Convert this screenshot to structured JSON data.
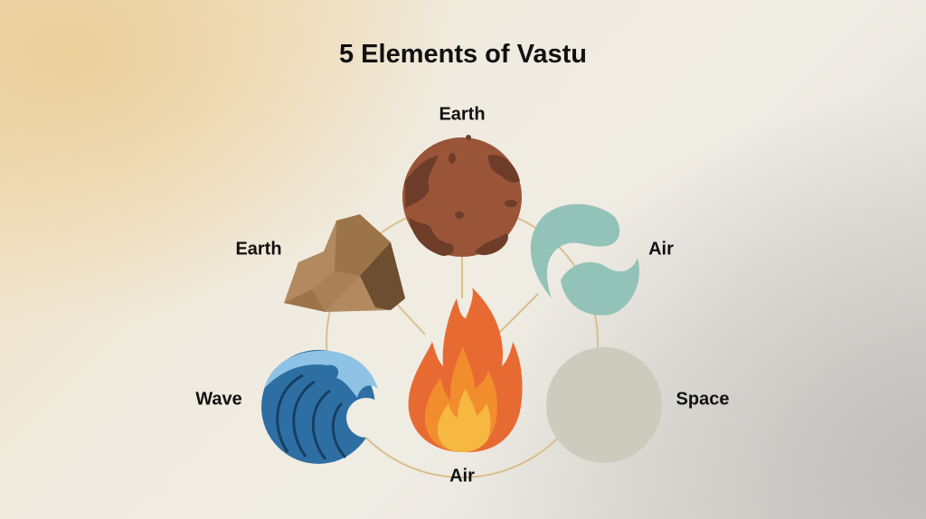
{
  "title": "5 Elements of Vastu",
  "colors": {
    "connector": "#d9bf8c",
    "planet": "#9a5539",
    "planet_spots": "#6e3d2a",
    "rock_light": "#b38a5f",
    "rock_mid": "#9c7449",
    "rock_dark": "#6e4e30",
    "air": "#93c3b8",
    "wave_light": "#8fc3e6",
    "wave_dark": "#2e6fa3",
    "wave_lines": "#173f63",
    "fire_outer": "#e86a33",
    "fire_mid": "#f28d2e",
    "fire_inner": "#f6b840",
    "space": "#cccbbd"
  },
  "elements": [
    {
      "id": "earth-planet",
      "label": "Earth",
      "icon": "planet-icon"
    },
    {
      "id": "earth-rock",
      "label": "Earth",
      "icon": "rock-icon"
    },
    {
      "id": "air-swirl",
      "label": "Air",
      "icon": "wind-swirl-icon"
    },
    {
      "id": "water-wave",
      "label": "Wave",
      "icon": "wave-icon"
    },
    {
      "id": "fire-flame",
      "label": "Air",
      "icon": "flame-icon"
    },
    {
      "id": "space-circle",
      "label": "Space",
      "icon": "circle-icon"
    }
  ]
}
